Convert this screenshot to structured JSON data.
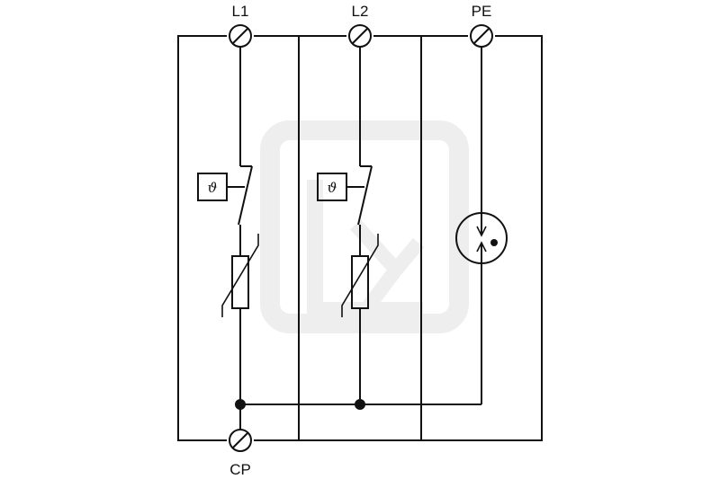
{
  "terminals": {
    "l1": "L1",
    "l2": "L2",
    "pe": "PE",
    "cp": "CP"
  },
  "thermal_symbol": "ϑ",
  "colors": {
    "line": "#111111",
    "watermark": "#ececec",
    "background": "#ffffff"
  }
}
